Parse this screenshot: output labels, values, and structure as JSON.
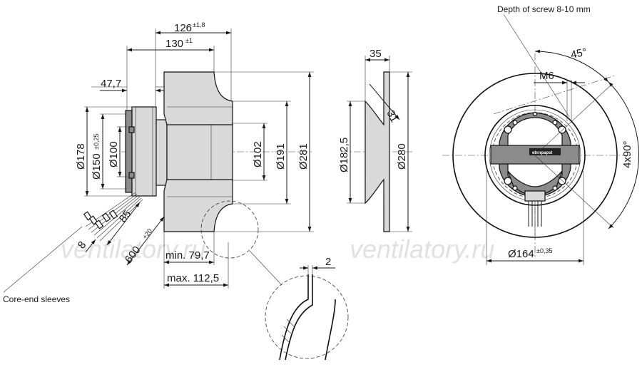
{
  "labels": {
    "screw_depth": "Depth of screw 8-10 mm",
    "core_end": "Core-end sleeves",
    "watermark": "ventilatory.ru",
    "logo": "ebmpapst"
  },
  "dims": {
    "d126": "126",
    "d126_tol": "±1,8",
    "d130": "130",
    "d130_tol": "±1",
    "d47_7": "47,7",
    "d178": "Ø178",
    "d150": "Ø150",
    "d150_tol": "±0,25",
    "d100": "Ø100",
    "d102": "Ø102",
    "d191": "Ø191",
    "d281": "Ø281",
    "d85": "85",
    "d8": "8",
    "d600": "600",
    "d600_tol": "+20",
    "min": "min. 79,7",
    "max": "max. 112,5",
    "d35": "35",
    "d31": "31",
    "d182_5": "Ø182,5",
    "d280": "Ø280",
    "d2": "2",
    "m6": "M6",
    "a45": "45°",
    "a4x90": "4x90°",
    "d164": "Ø164",
    "d164_tol": "±0,35"
  }
}
